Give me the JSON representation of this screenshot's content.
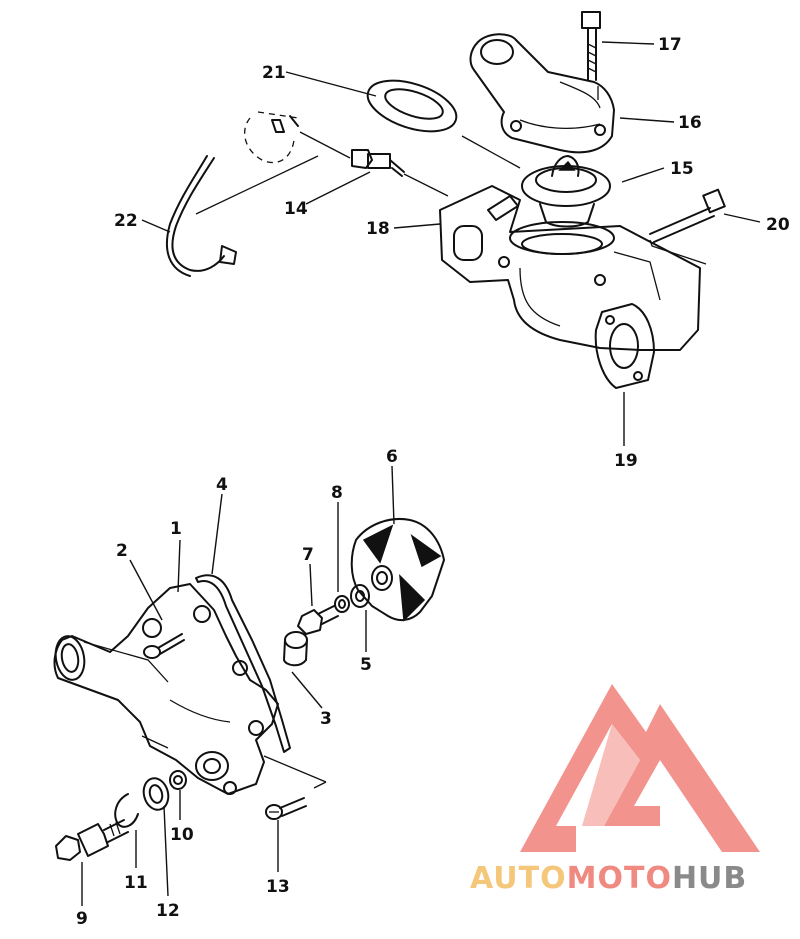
{
  "callouts": {
    "n1": "1",
    "n2": "2",
    "n3": "3",
    "n4": "4",
    "n5": "5",
    "n6": "6",
    "n7": "7",
    "n8": "8",
    "n9": "9",
    "n10": "10",
    "n11": "11",
    "n12": "12",
    "n13": "13",
    "n14": "14",
    "n15": "15",
    "n16": "16",
    "n17": "17",
    "n18": "18",
    "n19": "19",
    "n20": "20",
    "n21": "21",
    "n22": "22"
  },
  "watermark": {
    "auto": "AUTO",
    "moto": "MOTO",
    "hub": "HUB",
    "auto_color": "#f5c77a",
    "moto_color": "#f08a80",
    "hub_color": "#8a8a8a",
    "logo_color": "#f0827a"
  }
}
